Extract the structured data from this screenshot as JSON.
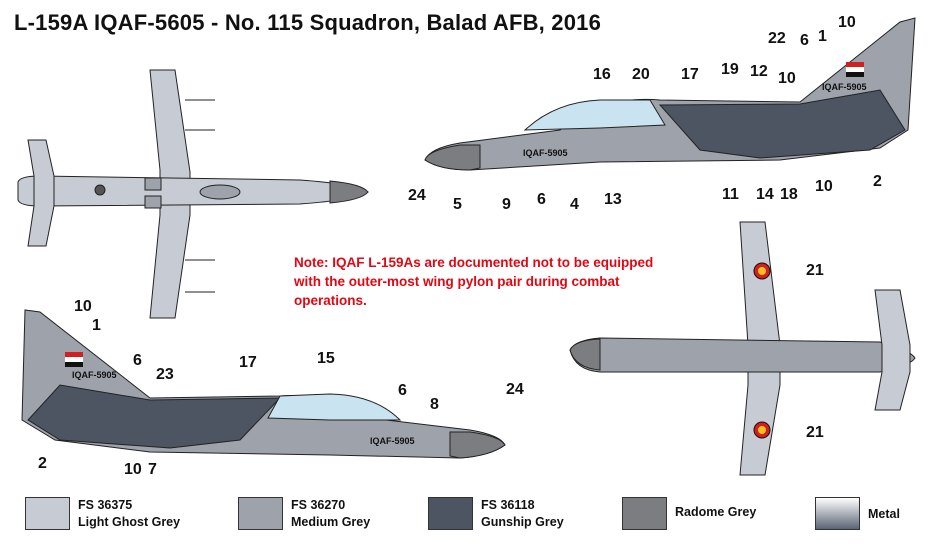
{
  "title": "L-159A IQAF-5605 - No. 115 Squadron, Balad AFB, 2016",
  "note": "Note: IQAF L-159As are documented not to be equipped with the outer-most wing pylon pair during combat operations.",
  "serial_marking": "IQAF-5905",
  "callouts": {
    "side_right": [
      "10",
      "1",
      "22",
      "6",
      "16",
      "20",
      "17",
      "19",
      "12",
      "10",
      "24",
      "5",
      "9",
      "6",
      "4",
      "13",
      "11",
      "14",
      "18",
      "10",
      "2"
    ],
    "side_left": [
      "10",
      "1",
      "6",
      "23",
      "17",
      "15",
      "6",
      "8",
      "2",
      "10",
      "7"
    ],
    "bottom": [
      "21",
      "21",
      "24"
    ]
  },
  "legend": [
    {
      "code": "FS 36375",
      "name": "Light Ghost Grey",
      "color": "#c7ccd4"
    },
    {
      "code": "FS 36270",
      "name": "Medium Grey",
      "color": "#9da2ab"
    },
    {
      "code": "FS 36118",
      "name": "Gunship Grey",
      "color": "#4c5561"
    },
    {
      "code": "",
      "name": "Radome Grey",
      "color": "#7b7d80"
    },
    {
      "code": "",
      "name": "Metal",
      "color": "#c9d1da"
    }
  ]
}
